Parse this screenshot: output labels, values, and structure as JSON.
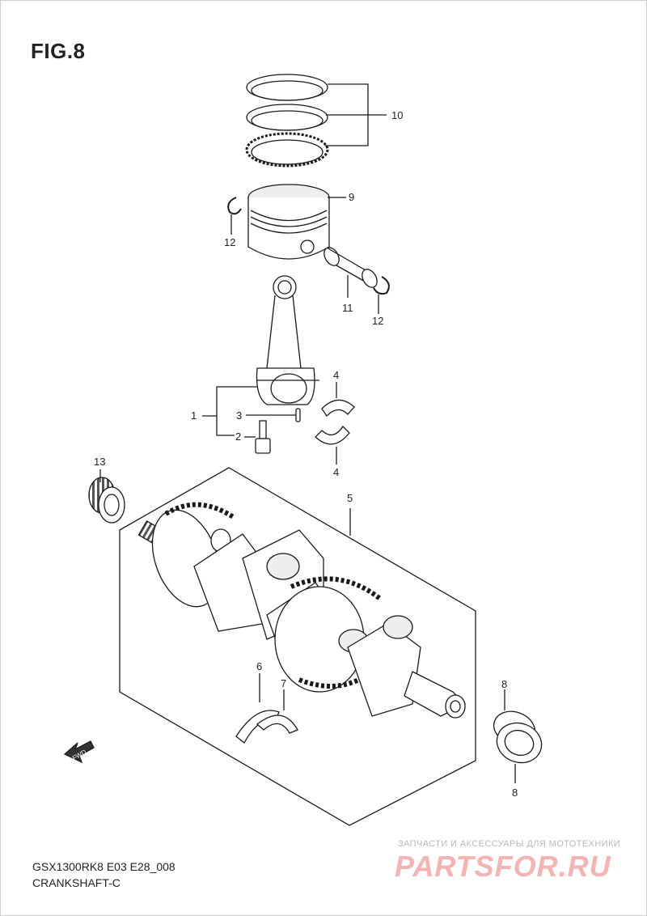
{
  "figure": {
    "title": "FIG.8"
  },
  "footer": {
    "model_code": "GSX1300RK8 E03 E28_008",
    "section": "CRANKSHAFT-C"
  },
  "watermark": {
    "tagline": "ЗАПЧАСТИ И АКСЕССУАРЫ ДЛЯ МОТОТЕХНИКИ",
    "logo_text": "PARTSFOR.RU"
  },
  "callouts": {
    "n1": "1",
    "n2": "2",
    "n3": "3",
    "n4a": "4",
    "n4b": "4",
    "n5": "5",
    "n6": "6",
    "n7": "7",
    "n8a": "8",
    "n8b": "8",
    "n9": "9",
    "n10": "10",
    "n11": "11",
    "n12a": "12",
    "n12b": "12",
    "n13": "13"
  },
  "fwd_label": "FWD",
  "colors": {
    "line": "#1a1a1a",
    "shade": "#dcdcdc",
    "watermark": "#f0a0a0"
  }
}
